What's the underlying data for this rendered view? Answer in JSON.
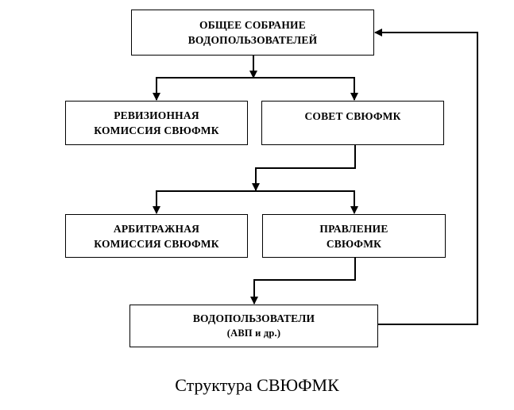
{
  "diagram": {
    "caption": "Структура СВЮФМК",
    "nodes": {
      "general_assembly": {
        "lines": [
          "ОБЩЕЕ СОБРАНИЕ",
          "ВОДОПОЛЬЗОВАТЕЛЕЙ"
        ]
      },
      "audit_commission": {
        "lines": [
          "РЕВИЗИОННАЯ",
          "КОМИССИЯ СВЮФМК"
        ]
      },
      "council": {
        "lines": [
          "СОВЕТ СВЮФМК"
        ]
      },
      "arbitration_commission": {
        "lines": [
          "АРБИТРАЖНАЯ",
          "КОМИССИЯ СВЮФМК"
        ]
      },
      "board": {
        "lines": [
          "ПРАВЛЕНИЕ",
          "СВЮФМК"
        ]
      },
      "water_users": {
        "lines": [
          "ВОДОПОЛЬЗОВАТЕЛИ",
          "(АВП и др.)"
        ]
      }
    },
    "edges": [
      {
        "from": "general_assembly",
        "to": "audit_commission"
      },
      {
        "from": "general_assembly",
        "to": "council"
      },
      {
        "from": "council",
        "to": "arbitration_commission"
      },
      {
        "from": "council",
        "to": "board"
      },
      {
        "from": "board",
        "to": "water_users"
      },
      {
        "from": "water_users",
        "to": "general_assembly"
      }
    ]
  }
}
